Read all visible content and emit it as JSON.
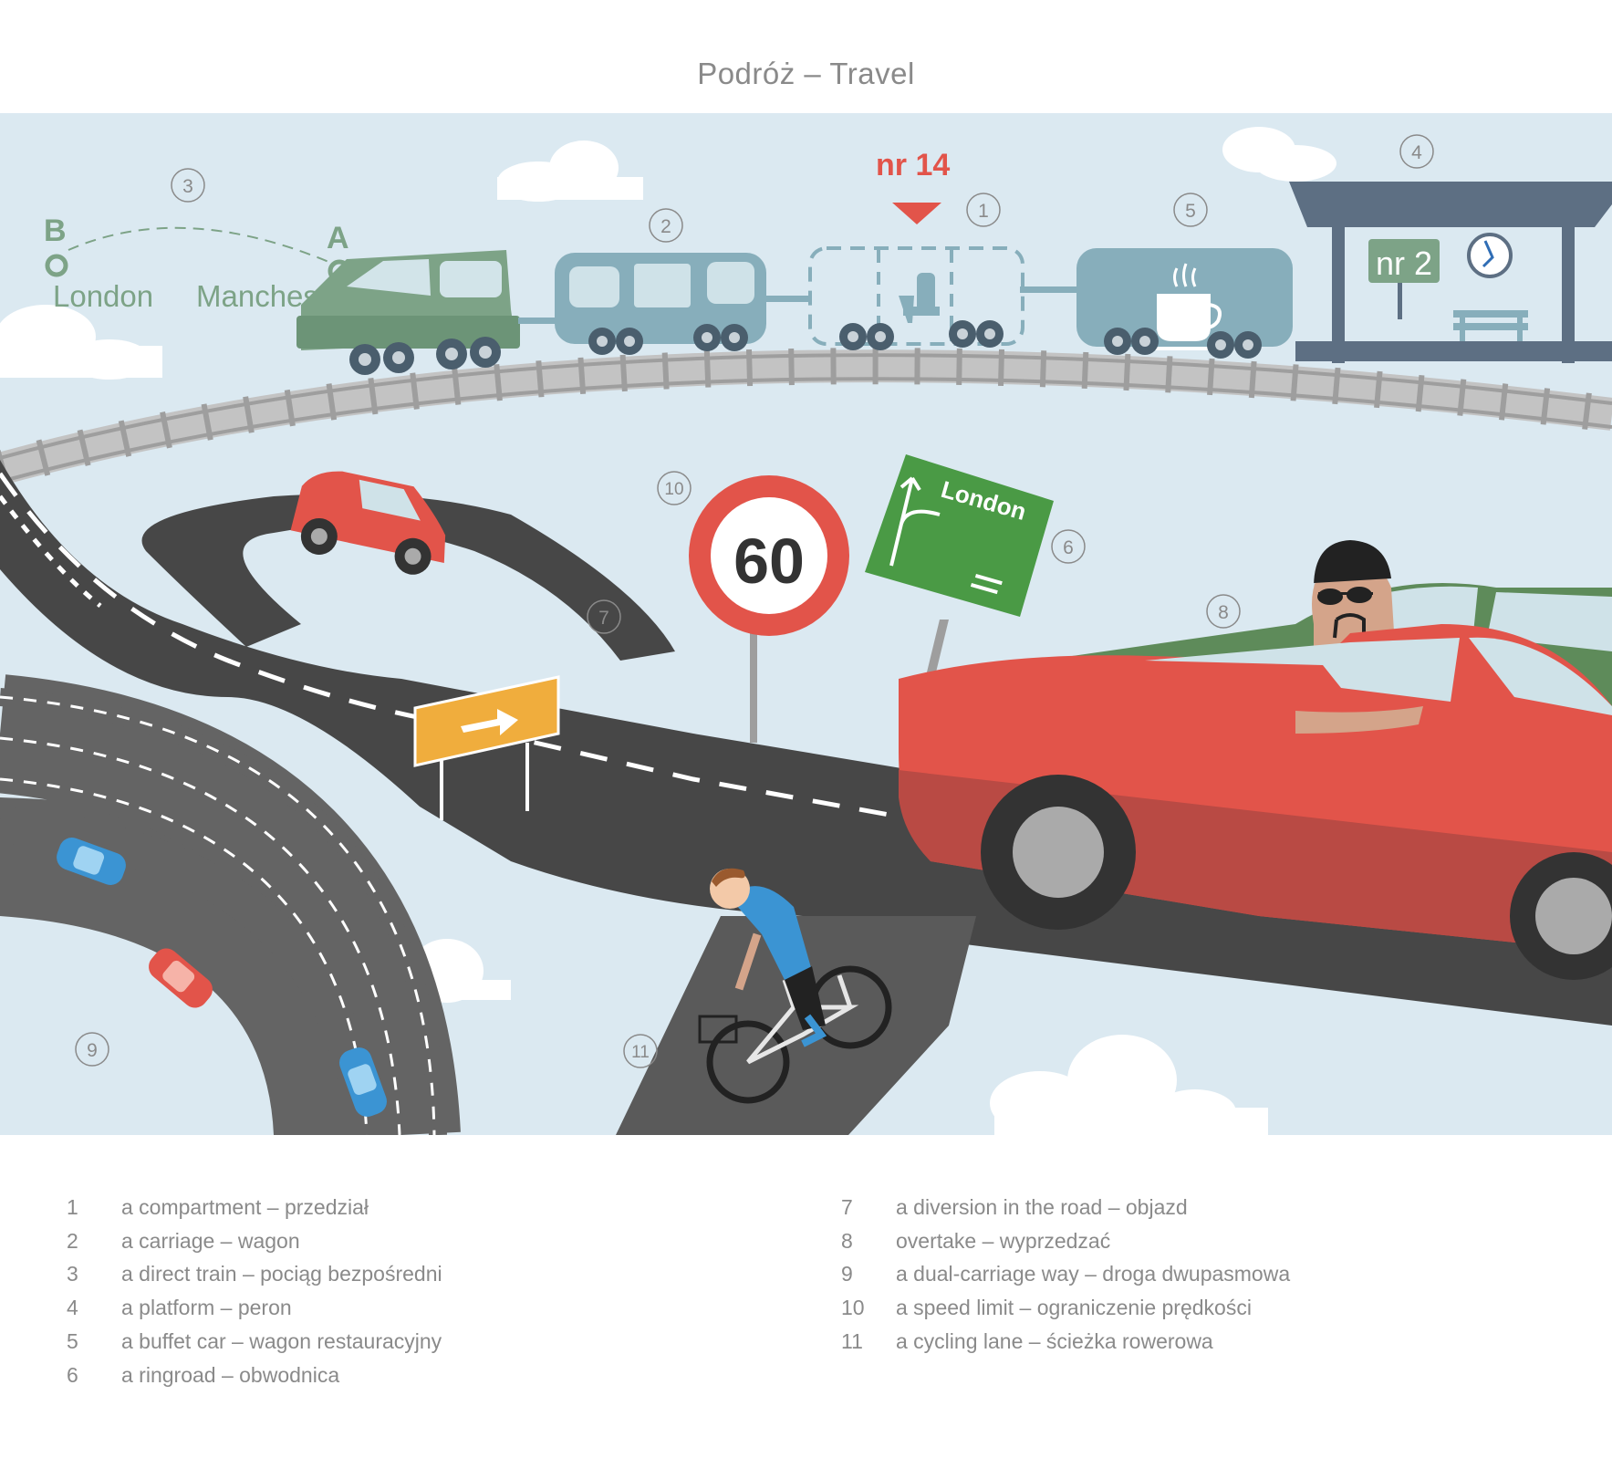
{
  "title": "Podróż – Travel",
  "colors": {
    "sky": "#dbe9f1",
    "accent_red": "#e2544a",
    "train_green": "#7da387",
    "carriage_blue": "#87aebb",
    "road": "#474747",
    "sign_green": "#4a9a45",
    "sign_orange": "#f0ad3d",
    "label_gray": "#8a8a8a"
  },
  "scene": {
    "route": {
      "from_letter": "B",
      "from_city": "London",
      "to_letter": "A",
      "to_city": "Manchester"
    },
    "compartment_marker": "nr 14",
    "platform_sign": "nr 2",
    "road_sign_destination": "London",
    "speed_limit_value": "60",
    "callouts": [
      "1",
      "2",
      "3",
      "4",
      "5",
      "6",
      "7",
      "8",
      "9",
      "10",
      "11"
    ],
    "icons": [
      "coffee-cup-icon",
      "clock-icon",
      "arrow-right-sign",
      "seat-icon"
    ]
  },
  "legend": {
    "left": [
      {
        "num": "1",
        "text": "a compartment – przedział"
      },
      {
        "num": "2",
        "text": "a carriage – wagon"
      },
      {
        "num": "3",
        "text": "a direct train – pociąg bezpośredni"
      },
      {
        "num": "4",
        "text": "a platform – peron"
      },
      {
        "num": "5",
        "text": "a buffet car – wagon restauracyjny"
      },
      {
        "num": "6",
        "text": "a ringroad – obwodnica"
      }
    ],
    "right": [
      {
        "num": "7",
        "text": "a diversion in the road – objazd"
      },
      {
        "num": "8",
        "text": "overtake – wyprzedzać"
      },
      {
        "num": "9",
        "text": "a dual-carriage way – droga dwupasmowa"
      },
      {
        "num": "10",
        "text": "a speed limit – ograniczenie prędkości"
      },
      {
        "num": "11",
        "text": "a cycling lane – ścieżka rowerowa"
      }
    ]
  }
}
